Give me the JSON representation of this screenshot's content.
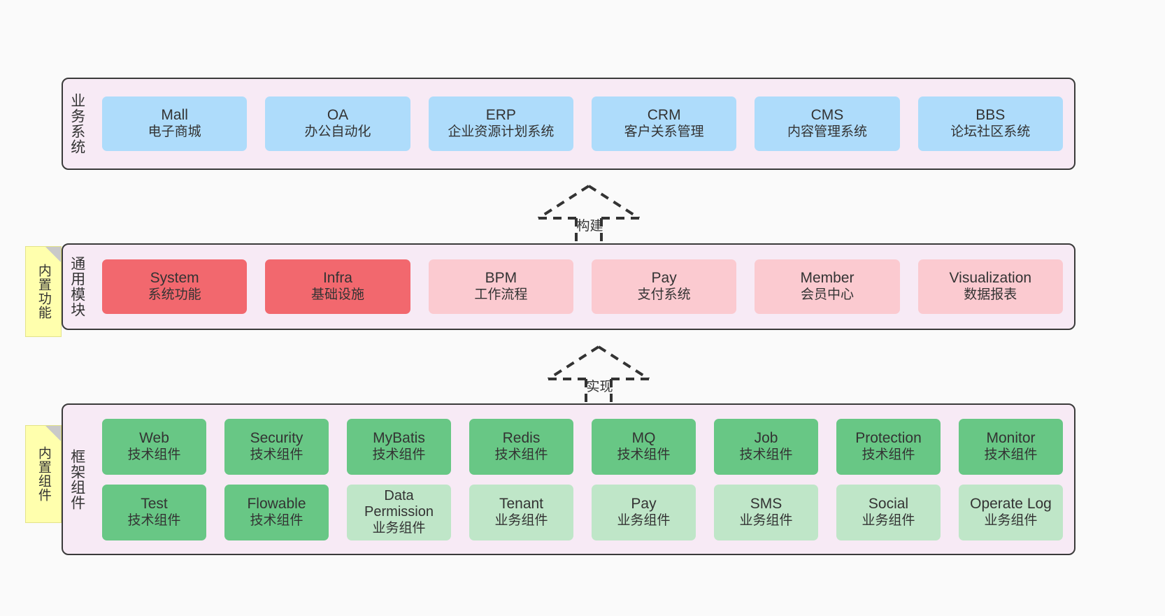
{
  "diagram": {
    "background_color": "#fafafa",
    "container_fill": "#f7eaf5",
    "container_border": "#3a3a3a"
  },
  "layers": [
    {
      "id": "business",
      "title": "业务系统",
      "color": "#aedcfb",
      "rows": [
        [
          {
            "en": "Mall",
            "cn": "电子商城",
            "style": "c-blue"
          },
          {
            "en": "OA",
            "cn": "办公自动化",
            "style": "c-blue"
          },
          {
            "en": "ERP",
            "cn": "企业资源计划系统",
            "style": "c-blue"
          },
          {
            "en": "CRM",
            "cn": "客户关系管理",
            "style": "c-blue"
          },
          {
            "en": "CMS",
            "cn": "内容管理系统",
            "style": "c-blue"
          },
          {
            "en": "BBS",
            "cn": "论坛社区系统",
            "style": "c-blue"
          }
        ]
      ]
    },
    {
      "id": "common",
      "title": "通用模块",
      "note": "内置功能",
      "rows": [
        [
          {
            "en": "System",
            "cn": "系统功能",
            "style": "c-red"
          },
          {
            "en": "Infra",
            "cn": "基础设施",
            "style": "c-red"
          },
          {
            "en": "BPM",
            "cn": "工作流程",
            "style": "c-pink"
          },
          {
            "en": "Pay",
            "cn": "支付系统",
            "style": "c-pink"
          },
          {
            "en": "Member",
            "cn": "会员中心",
            "style": "c-pink"
          },
          {
            "en": "Visualization",
            "cn": "数据报表",
            "style": "c-pink"
          }
        ]
      ]
    },
    {
      "id": "framework",
      "title": "框架组件",
      "note": "内置组件",
      "rows": [
        [
          {
            "en": "Web",
            "cn": "技术组件",
            "style": "c-green"
          },
          {
            "en": "Security",
            "cn": "技术组件",
            "style": "c-green"
          },
          {
            "en": "MyBatis",
            "cn": "技术组件",
            "style": "c-green"
          },
          {
            "en": "Redis",
            "cn": "技术组件",
            "style": "c-green"
          },
          {
            "en": "MQ",
            "cn": "技术组件",
            "style": "c-green"
          },
          {
            "en": "Job",
            "cn": "技术组件",
            "style": "c-green"
          },
          {
            "en": "Protection",
            "cn": "技术组件",
            "style": "c-green"
          },
          {
            "en": "Monitor",
            "cn": "技术组件",
            "style": "c-green"
          }
        ],
        [
          {
            "en": "Test",
            "cn": "技术组件",
            "style": "c-green"
          },
          {
            "en": "Flowable",
            "cn": "技术组件",
            "style": "c-green"
          },
          {
            "en": "Data Permission",
            "cn": "业务组件",
            "style": "c-lightgreen"
          },
          {
            "en": "Tenant",
            "cn": "业务组件",
            "style": "c-lightgreen"
          },
          {
            "en": "Pay",
            "cn": "业务组件",
            "style": "c-lightgreen"
          },
          {
            "en": "SMS",
            "cn": "业务组件",
            "style": "c-lightgreen"
          },
          {
            "en": "Social",
            "cn": "业务组件",
            "style": "c-lightgreen"
          },
          {
            "en": "Operate Log",
            "cn": "业务组件",
            "style": "c-lightgreen"
          }
        ]
      ]
    }
  ],
  "connectors": [
    {
      "id": "build",
      "label": "构建"
    },
    {
      "id": "implement",
      "label": "实现"
    }
  ]
}
